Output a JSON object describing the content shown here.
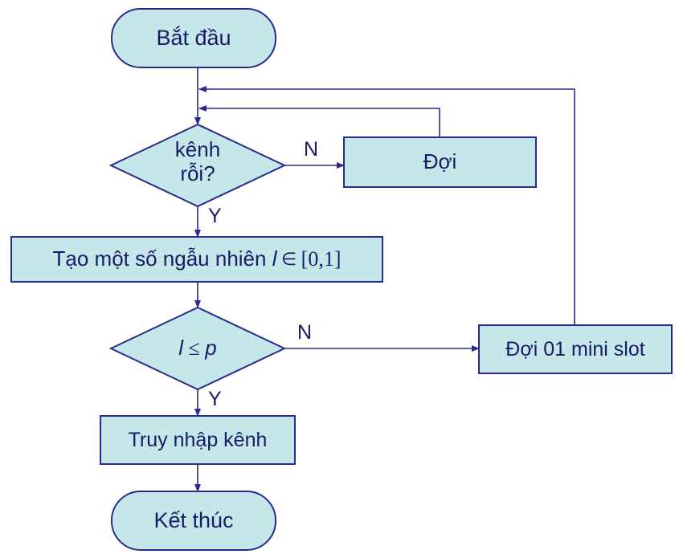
{
  "colors": {
    "fill": "#c5e7ea",
    "stroke": "#2a2a8c",
    "text": "#1a1a66"
  },
  "nodes": {
    "start": {
      "label": "Bắt đầu"
    },
    "channel_check": {
      "line1": "kênh",
      "line2": "rỗi?"
    },
    "wait": {
      "label": "Đợi"
    },
    "generate": {
      "prefix": "Tạo một số ngẫu nhiên ",
      "var": "l",
      "symbol": " ∈ ",
      "interval": "[0,1]"
    },
    "compare": {
      "var": "l",
      "symbol": " ≤ ",
      "param": "p"
    },
    "wait_slot": {
      "label": "Đợi 01 mini slot"
    },
    "access": {
      "label": "Truy nhập kênh"
    },
    "end": {
      "label": "Kết thúc"
    }
  },
  "edges": {
    "channel_no": "N",
    "channel_yes": "Y",
    "compare_no": "N",
    "compare_yes": "Y"
  }
}
